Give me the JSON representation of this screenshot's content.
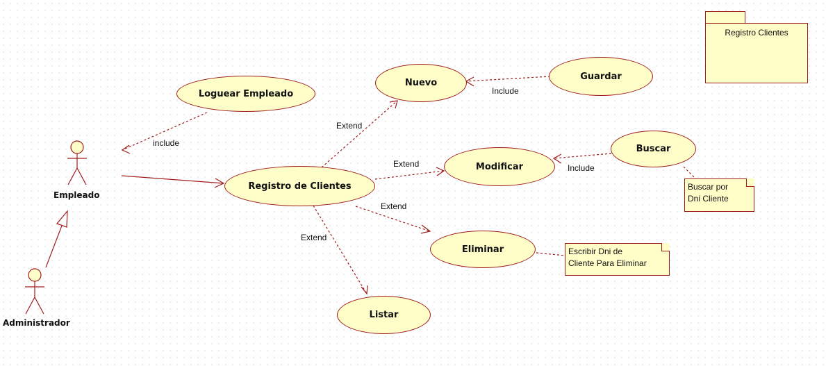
{
  "package": {
    "label": "Registro Clientes"
  },
  "actors": {
    "empleado": "Empleado",
    "administrador": "Administrador"
  },
  "use_cases": {
    "loguear": "Loguear Empleado",
    "registro": "Registro de Clientes",
    "nuevo": "Nuevo",
    "guardar": "Guardar",
    "modificar": "Modificar",
    "buscar": "Buscar",
    "eliminar": "Eliminar",
    "listar": "Listar"
  },
  "relations": {
    "loguear_include": "include",
    "nuevo_extend": "Extend",
    "guardar_include": "Include",
    "modificar_extend": "Extend",
    "buscar_include": "Include",
    "eliminar_extend": "Extend",
    "listar_extend": "Extend"
  },
  "notes": {
    "buscar": [
      "Buscar por",
      "Dni Cliente"
    ],
    "eliminar": [
      "Escribir Dni de",
      "Cliente Para Eliminar"
    ]
  },
  "colors": {
    "stroke": "#9e1b1b",
    "fill": "#fffdc8"
  }
}
